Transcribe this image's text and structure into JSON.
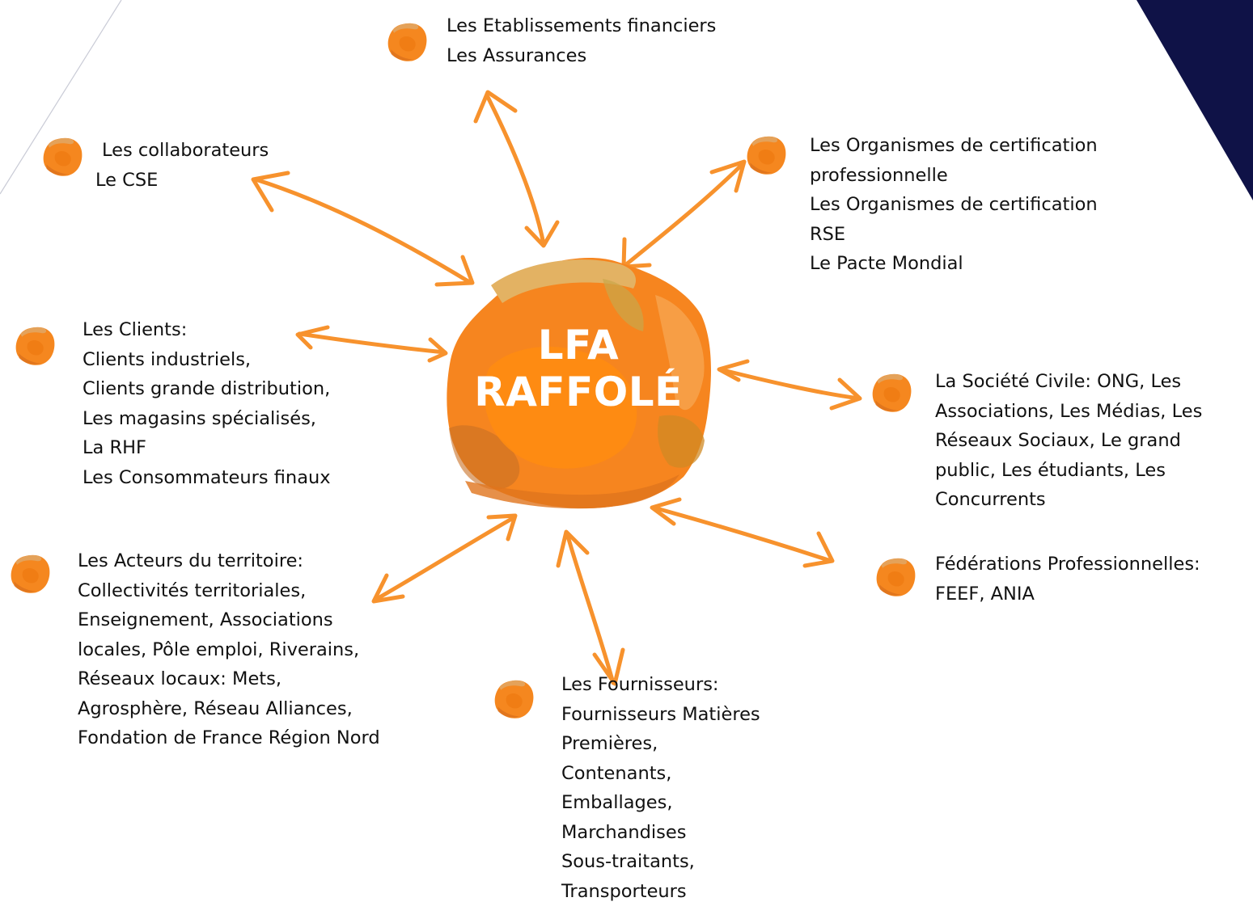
{
  "center": {
    "line1": "LFA",
    "line2": "RAFFOLÉ"
  },
  "colors": {
    "accent": "#f7922d",
    "blob": "#f08a1c",
    "corner": "#0f1247",
    "text": "#111111"
  },
  "bullet_icon": "orange-blob-icon",
  "stakeholders": {
    "financial": [
      "Les Etablissements financiers",
      "Les Assurances"
    ],
    "employees": [
      "Les collaborateurs",
      "Le CSE"
    ],
    "certification": [
      "Les Organismes de certification",
      "professionnelle",
      "Les Organismes de certification",
      "RSE",
      "Le Pacte Mondial"
    ],
    "clients": [
      "Les Clients:",
      "Clients industriels,",
      "Clients grande distribution,",
      "Les magasins spécialisés,",
      "La RHF",
      "Les Consommateurs finaux"
    ],
    "civil_society": [
      "La Société Civile: ONG, Les",
      "Associations, Les Médias, Les",
      "Réseaux Sociaux, Le grand",
      "public, Les étudiants, Les",
      "Concurrents"
    ],
    "territory": [
      "Les Acteurs du territoire:",
      "Collectivités territoriales,",
      "Enseignement, Associations",
      "locales, Pôle emploi, Riverains,",
      "Réseaux locaux: Mets,",
      "Agrosphère, Réseau Alliances,",
      "Fondation de France Région Nord"
    ],
    "federations": [
      "Fédérations Professionnelles:",
      "FEEF, ANIA"
    ],
    "suppliers": [
      "Les Fournisseurs:",
      "Fournisseurs Matières",
      "Premières,",
      "Contenants,",
      "Emballages,",
      "Marchandises",
      "Sous-traitants,",
      "Transporteurs"
    ]
  }
}
